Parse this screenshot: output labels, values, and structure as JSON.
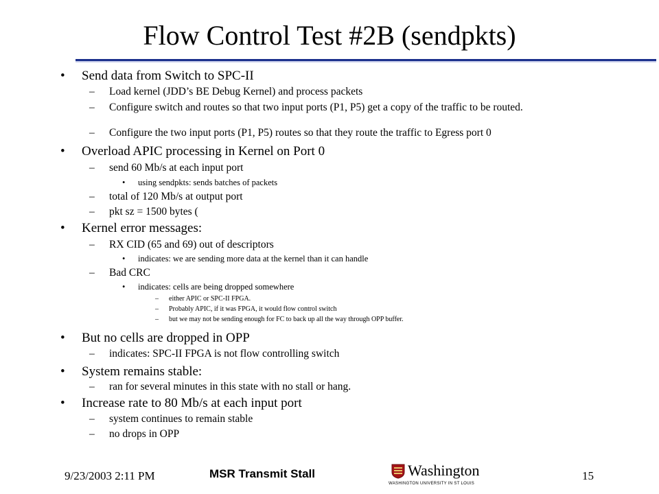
{
  "slide": {
    "title": "Flow Control Test #2B (sendpkts)",
    "bullet_l1": "•",
    "bullet_l2": "–",
    "bullet_l3": "•",
    "bullet_l4": "–"
  },
  "items": [
    {
      "level": 1,
      "text": "Send data from Switch to SPC-II"
    },
    {
      "level": 2,
      "text": "Load kernel (JDD’s BE Debug Kernel) and process packets"
    },
    {
      "level": 2,
      "text": "Configure switch and routes so that two input ports (P1, P5) get a copy of the traffic to be routed."
    },
    {
      "level": 2,
      "text": "Configure the two input ports (P1, P5) routes so that they route the traffic to Egress port 0"
    },
    {
      "level": 1,
      "text": "Overload APIC processing in Kernel on Port 0"
    },
    {
      "level": 2,
      "text": "send 60 Mb/s at each input port"
    },
    {
      "level": 3,
      "text": "using sendpkts: sends batches of packets"
    },
    {
      "level": 2,
      "text": "total of 120 Mb/s at output port"
    },
    {
      "level": 2,
      "text": "pkt sz = 1500 bytes ("
    },
    {
      "level": 1,
      "text": "Kernel error messages:"
    },
    {
      "level": 2,
      "text": "RX CID (65 and 69) out of descriptors"
    },
    {
      "level": 3,
      "text": "indicates: we are sending more data at the kernel than it can handle"
    },
    {
      "level": 2,
      "text": "Bad CRC"
    },
    {
      "level": 3,
      "text": "indicates: cells are being dropped somewhere"
    },
    {
      "level": 4,
      "text": "either APIC or SPC-II FPGA."
    },
    {
      "level": 4,
      "text": "Probably APIC, if it was FPGA, it would flow control switch"
    },
    {
      "level": 4,
      "text": "but we may not be sending enough for FC to back up all the way through OPP buffer."
    },
    {
      "level": 1,
      "text": "But no cells are dropped in OPP"
    },
    {
      "level": 2,
      "text": "indicates: SPC-II FPGA is not flow controlling switch"
    },
    {
      "level": 1,
      "text": "System remains stable:"
    },
    {
      "level": 2,
      "text": "ran for several minutes in this state with no stall or hang."
    },
    {
      "level": 1,
      "text": "Increase rate to 80 Mb/s at each input port"
    },
    {
      "level": 2,
      "text": "system continues to remain stable"
    },
    {
      "level": 2,
      "text": "no drops in OPP"
    }
  ],
  "footer": {
    "date": "9/23/2003 2:11 PM",
    "center": "MSR Transmit Stall",
    "page": "15",
    "logo_name": "Washington",
    "logo_sub": "WASHINGTON UNIVERSITY IN ST LOUIS",
    "logo_icon": "university-shield-icon",
    "logo_color": "#a51417"
  },
  "colors": {
    "rule": "#1a2f8c"
  }
}
